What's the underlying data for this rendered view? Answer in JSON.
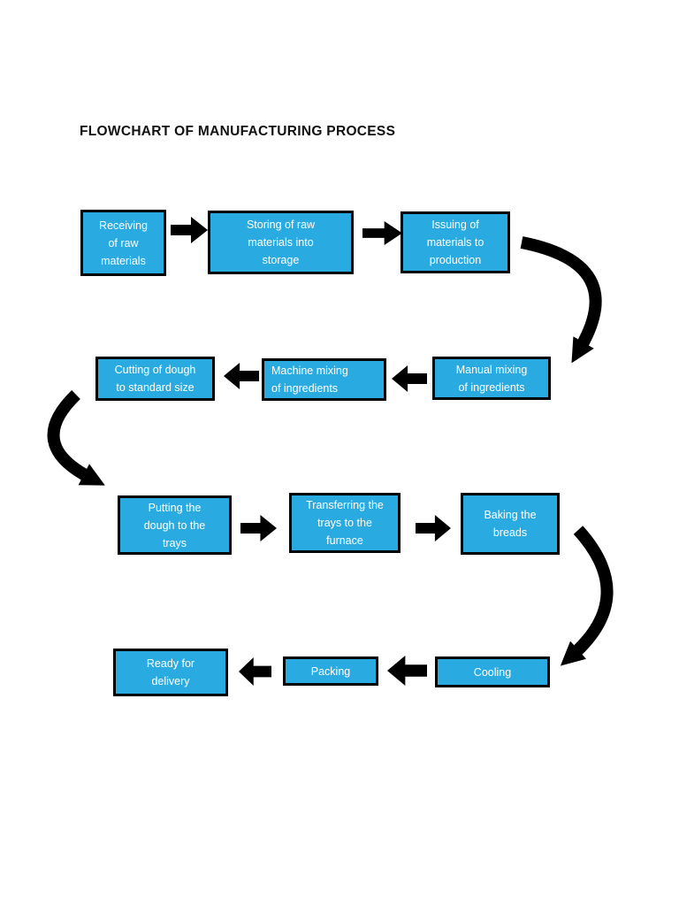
{
  "page": {
    "title": "FLOWCHART OF MANUFACTURING PROCESS",
    "background_color": "#FFFFFF"
  },
  "flowchart": {
    "node_fill_color": "#29ABE2",
    "node_border_color": "#000000",
    "node_text_color": "#FFFFFF",
    "arrow_color": "#000000",
    "nodes": [
      {
        "id": "receiving",
        "label": "Receiving\nof raw\nmaterials"
      },
      {
        "id": "storing",
        "label": "Storing of raw\nmaterials into\nstorage"
      },
      {
        "id": "issuing",
        "label": "Issuing of\nmaterials to\nproduction"
      },
      {
        "id": "manual-mixing",
        "label": "Manual mixing\nof ingredients"
      },
      {
        "id": "machine-mixing",
        "label": "Machine mixing\nof ingredients"
      },
      {
        "id": "cutting",
        "label": "Cutting of dough\nto standard size"
      },
      {
        "id": "putting",
        "label": "Putting the\ndough to the\ntrays"
      },
      {
        "id": "transferring",
        "label": "Transferring the\ntrays to the\nfurnace"
      },
      {
        "id": "baking",
        "label": "Baking the\nbreads"
      },
      {
        "id": "cooling",
        "label": "Cooling"
      },
      {
        "id": "packing",
        "label": "Packing"
      },
      {
        "id": "ready",
        "label": "Ready for\ndelivery"
      }
    ],
    "edges": [
      {
        "from": "receiving",
        "to": "storing",
        "style": "block-arrow-right"
      },
      {
        "from": "storing",
        "to": "issuing",
        "style": "block-arrow-right"
      },
      {
        "from": "issuing",
        "to": "manual-mixing",
        "style": "curved-arrow-down"
      },
      {
        "from": "manual-mixing",
        "to": "machine-mixing",
        "style": "block-arrow-left"
      },
      {
        "from": "machine-mixing",
        "to": "cutting",
        "style": "block-arrow-left"
      },
      {
        "from": "cutting",
        "to": "putting",
        "style": "curved-arrow-down"
      },
      {
        "from": "putting",
        "to": "transferring",
        "style": "block-arrow-right"
      },
      {
        "from": "transferring",
        "to": "baking",
        "style": "block-arrow-right"
      },
      {
        "from": "baking",
        "to": "cooling",
        "style": "curved-arrow-down"
      },
      {
        "from": "cooling",
        "to": "packing",
        "style": "block-arrow-left"
      },
      {
        "from": "packing",
        "to": "ready",
        "style": "block-arrow-left"
      }
    ]
  }
}
